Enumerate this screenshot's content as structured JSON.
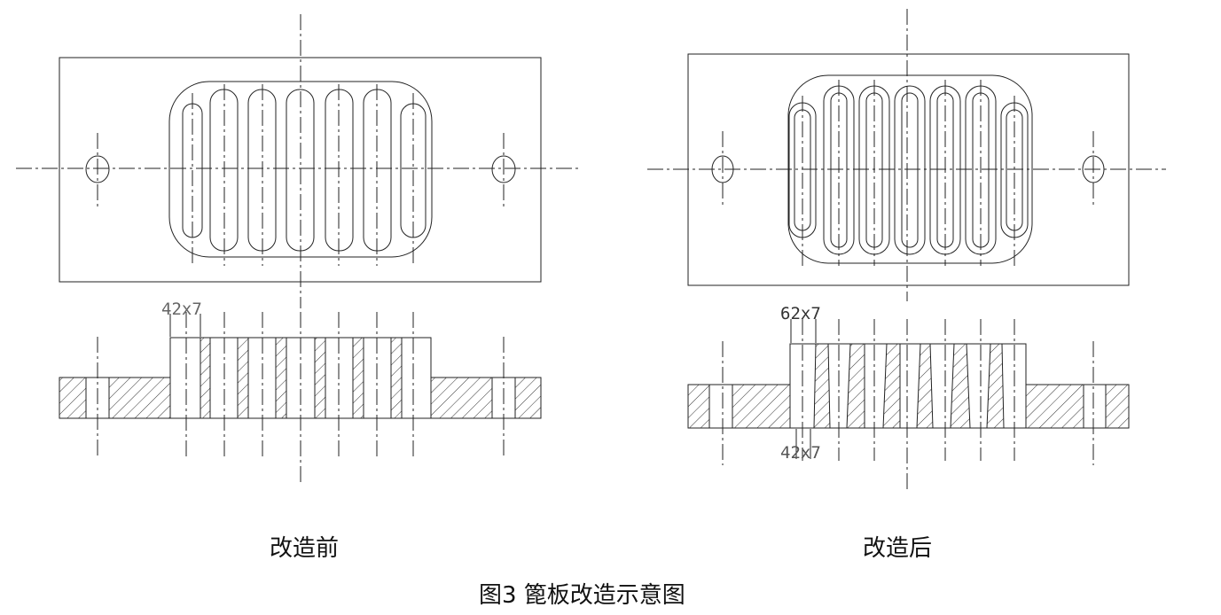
{
  "diagram": {
    "before": {
      "caption": "改造前",
      "dimension_label": "42x7"
    },
    "after": {
      "caption": "改造后",
      "dimension_label_top": "62x7",
      "dimension_label_bottom": "42x7"
    }
  },
  "figure_caption": "图3    篦板改造示意图",
  "colors": {
    "line": "#222222",
    "hatch": "#333333",
    "background": "#ffffff"
  }
}
